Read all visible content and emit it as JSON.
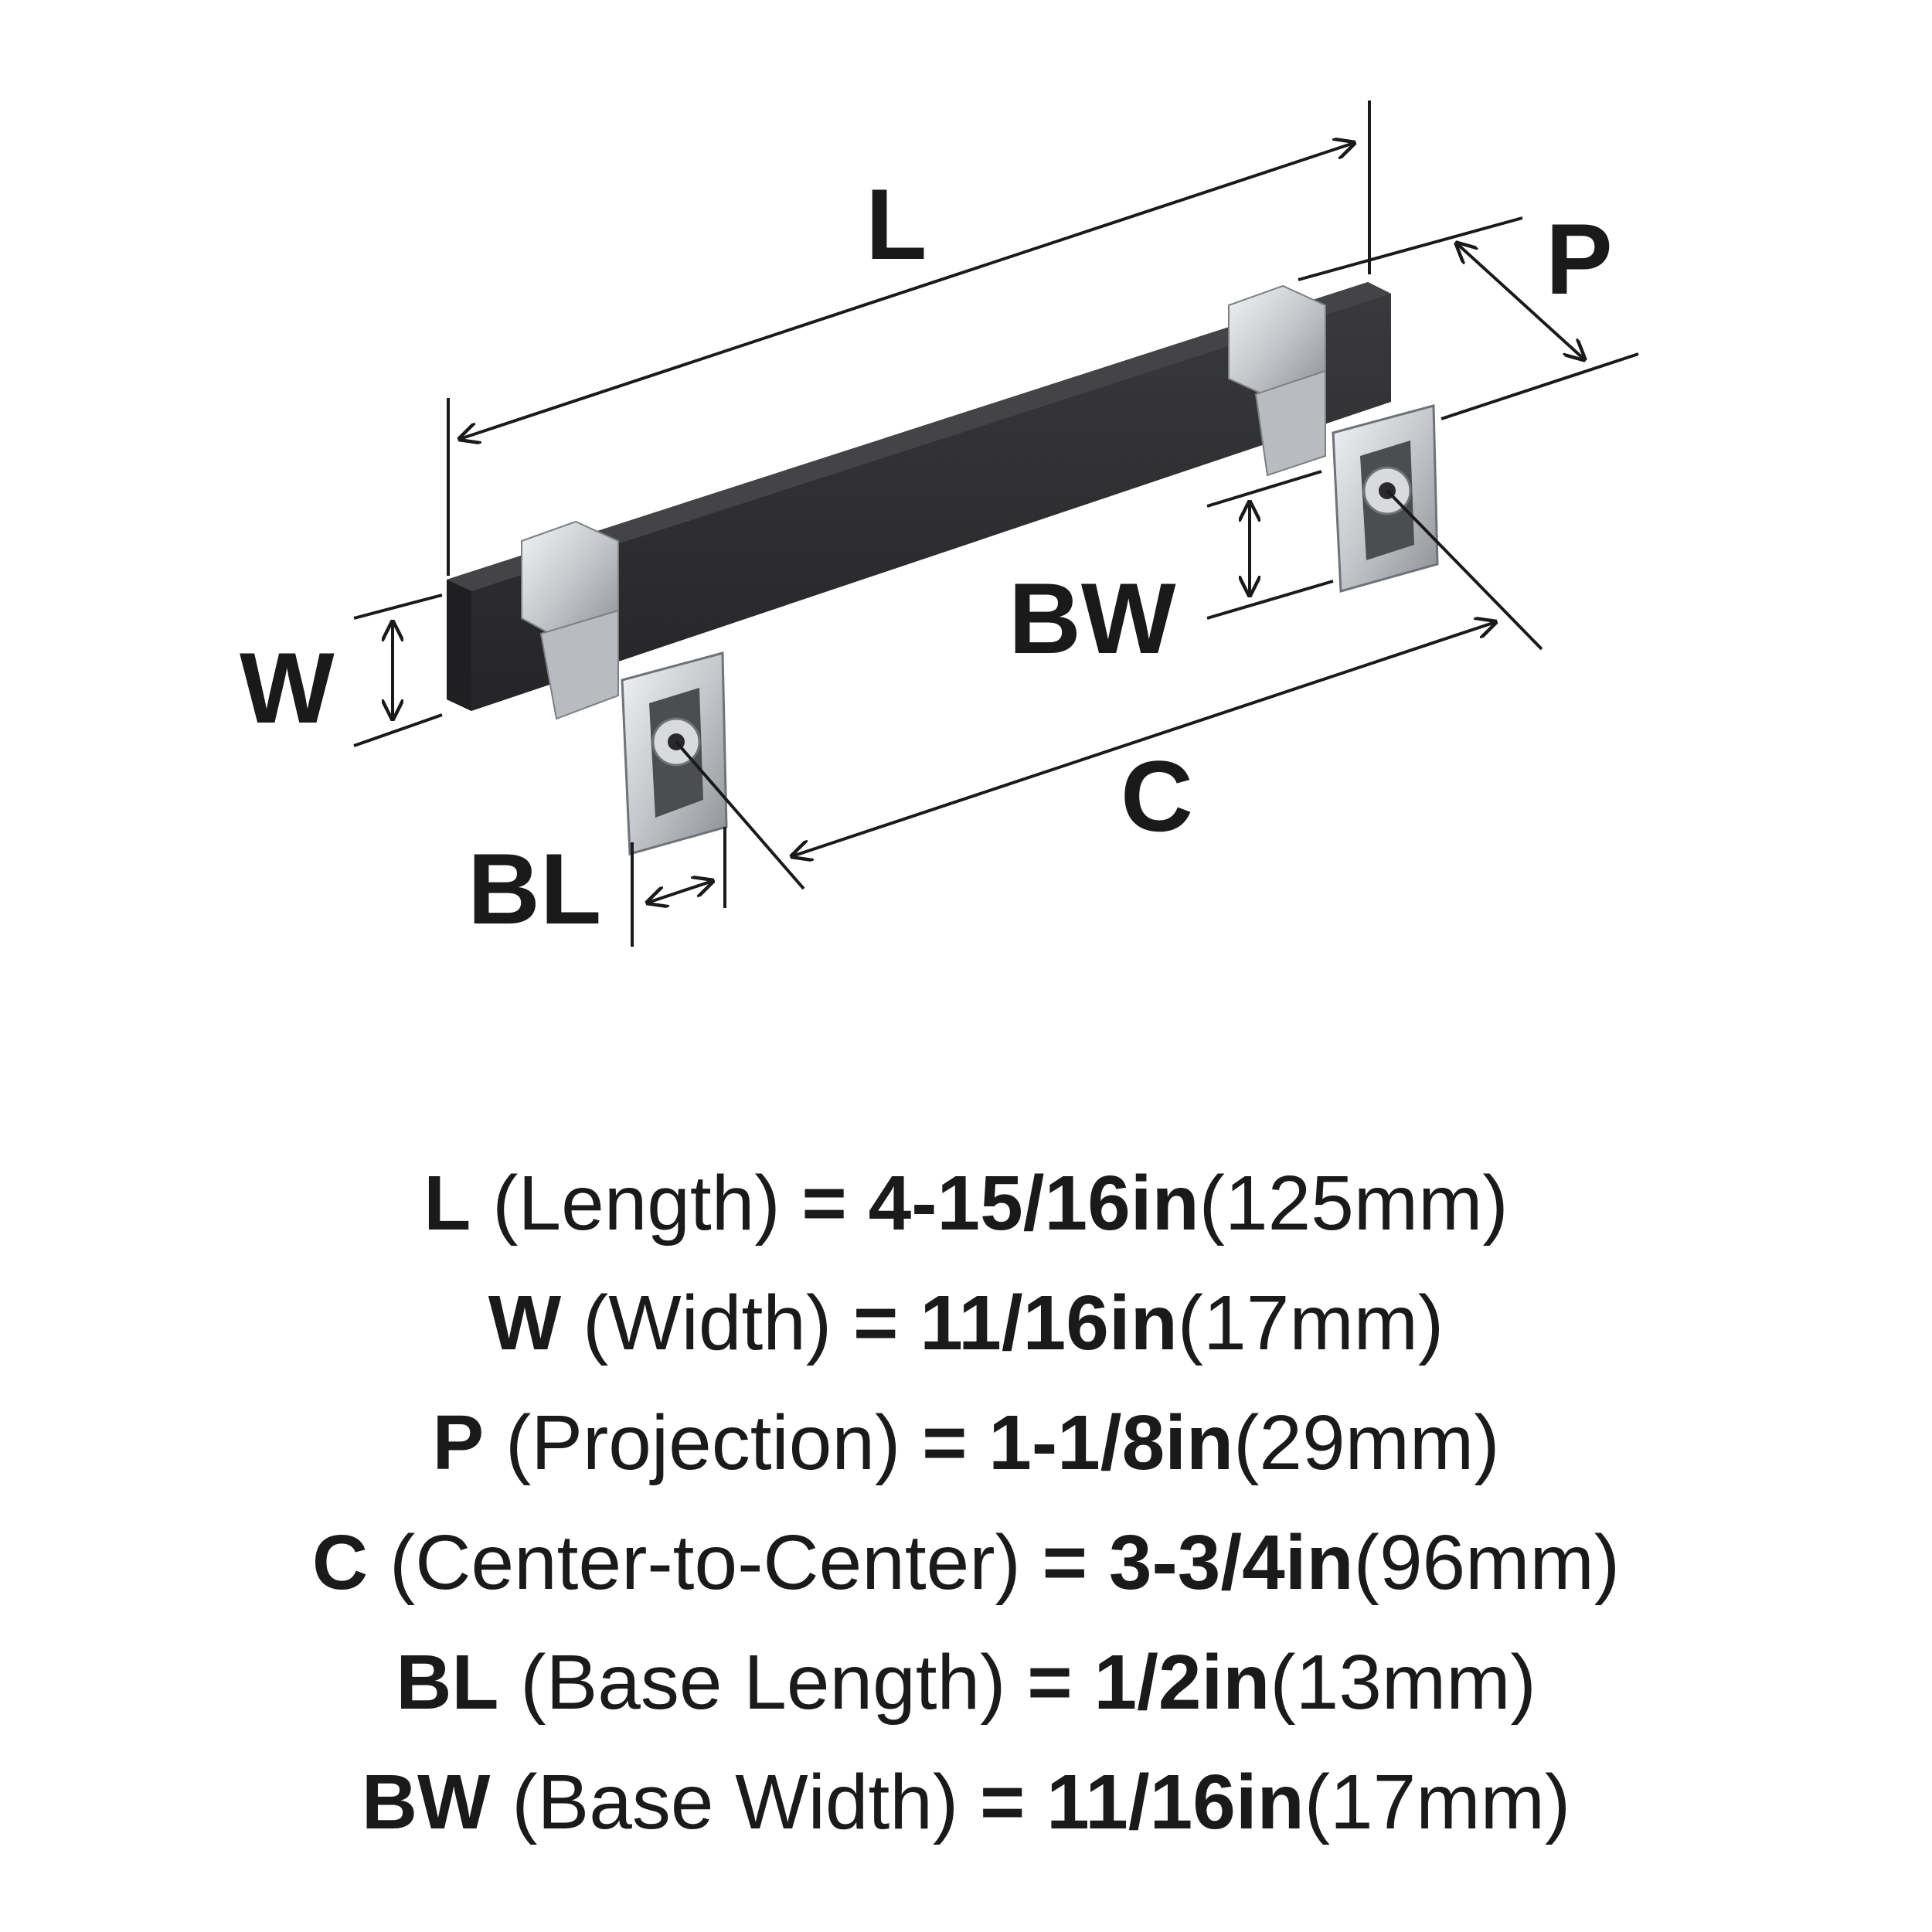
{
  "diagram": {
    "labels": {
      "L": "L",
      "P": "P",
      "W": "W",
      "BW": "BW",
      "C": "C",
      "BL": "BL"
    }
  },
  "specs": [
    {
      "key": "L",
      "desc": "(Length)",
      "eq": "=",
      "imperial": "4-15/16in",
      "metric": "(125mm)"
    },
    {
      "key": "W",
      "desc": "(Width)",
      "eq": "=",
      "imperial": "11/16in",
      "metric": "(17mm)"
    },
    {
      "key": "P",
      "desc": "(Projection)",
      "eq": "=",
      "imperial": "1-1/8in",
      "metric": "(29mm)"
    },
    {
      "key": "C",
      "desc": "(Center-to-Center)",
      "eq": "=",
      "imperial": "3-3/4in",
      "metric": "(96mm)"
    },
    {
      "key": "BL",
      "desc": "(Base Length)",
      "eq": "=",
      "imperial": "1/2in",
      "metric": "(13mm)"
    },
    {
      "key": "BW",
      "desc": "(Base Width)",
      "eq": "=",
      "imperial": "11/16in",
      "metric": "(17mm)"
    }
  ],
  "colors": {
    "bar": "#2e2e30",
    "chrome": "#c9ccd0",
    "chrome_dark": "#8e9297",
    "line": "#1a1a1a"
  }
}
